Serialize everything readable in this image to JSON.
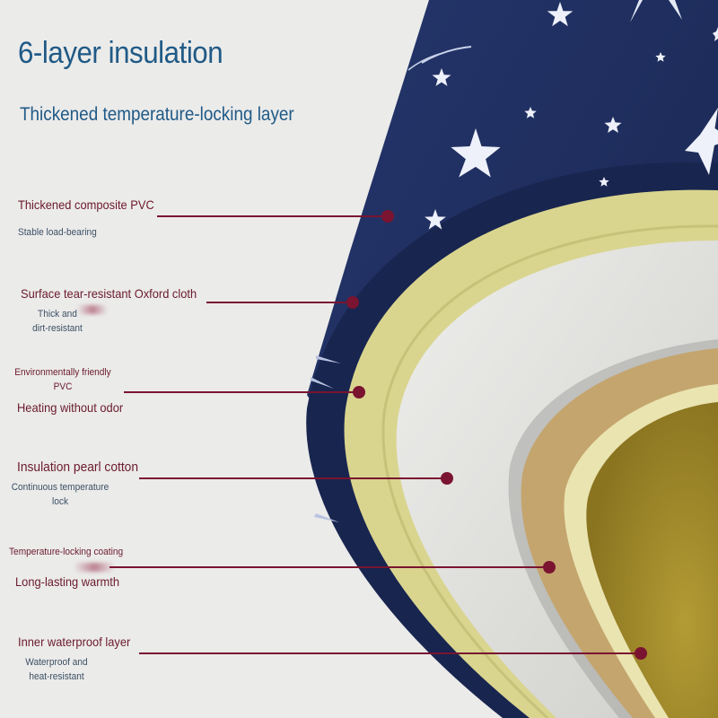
{
  "header": {
    "title": "6-layer insulation",
    "subtitle": "Thickened temperature-locking layer"
  },
  "callouts": [
    {
      "label": "Thickened composite PVC",
      "desc": "Stable load-bearing"
    },
    {
      "label": "Surface tear-resistant Oxford cloth",
      "desc_1": "Thick and",
      "desc_2": "dirt-resistant"
    },
    {
      "label_1": "Environmentally friendly",
      "label_2": "PVC",
      "desc": "Heating without odor"
    },
    {
      "label": "Insulation pearl cotton",
      "desc_1": "Continuous temperature",
      "desc_2": "lock"
    },
    {
      "label": "Temperature-locking coating",
      "desc": "Long-lasting warmth"
    },
    {
      "label": "Inner waterproof layer",
      "desc_1": "Waterproof and",
      "desc_2": "heat-resistant"
    }
  ],
  "colors": {
    "background": "#ebebea",
    "title": "#205a86",
    "callout_text": "#6b1a2c",
    "leader_line": "#7a1430",
    "fabric_navy": "#1c2c5e",
    "pvc_yellow": "#d9d58f",
    "pearl_cotton": "#d9d9d6",
    "coating_tan": "#c4a56e",
    "inner_cream": "#eae4b0",
    "inner_olive": "#a68f2e"
  },
  "icons": [
    "star-icon",
    "callout-dot-icon"
  ]
}
